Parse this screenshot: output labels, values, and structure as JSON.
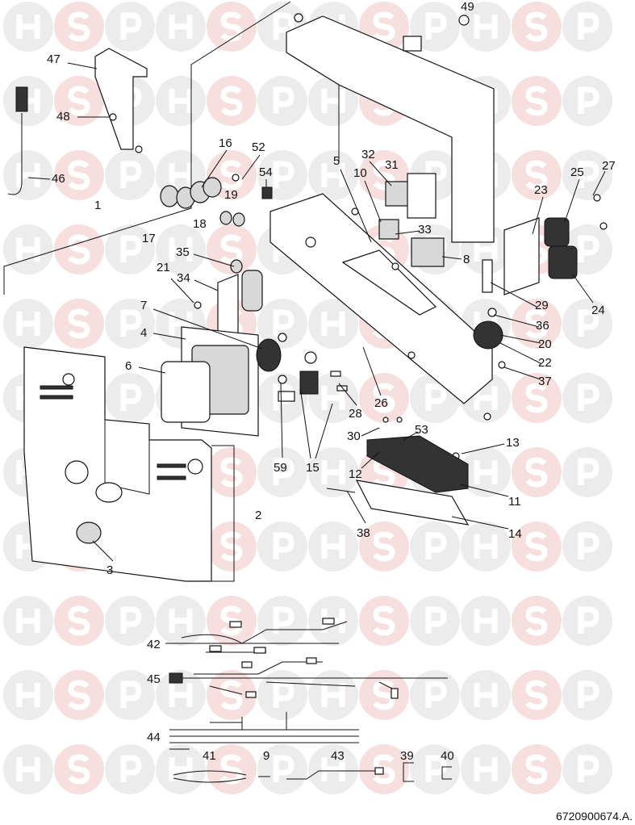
{
  "watermark": {
    "letters": [
      "H",
      "S",
      "P"
    ],
    "colors": {
      "H": "#ececec",
      "S": "#f7dfdf",
      "P": "#ececec"
    }
  },
  "diagram_code": "6720900674.A.",
  "labels": [
    "49",
    "47",
    "48",
    "46",
    "1",
    "16",
    "52",
    "54",
    "19",
    "17",
    "18",
    "5",
    "32",
    "10",
    "31",
    "33",
    "8",
    "23",
    "25",
    "27",
    "24",
    "35",
    "34",
    "21",
    "29",
    "36",
    "20",
    "22",
    "37",
    "7",
    "4",
    "6",
    "26",
    "28",
    "30",
    "53",
    "13",
    "12",
    "11",
    "59",
    "15",
    "38",
    "14",
    "2",
    "3",
    "42",
    "45",
    "44",
    "41",
    "9",
    "43",
    "39",
    "40"
  ]
}
